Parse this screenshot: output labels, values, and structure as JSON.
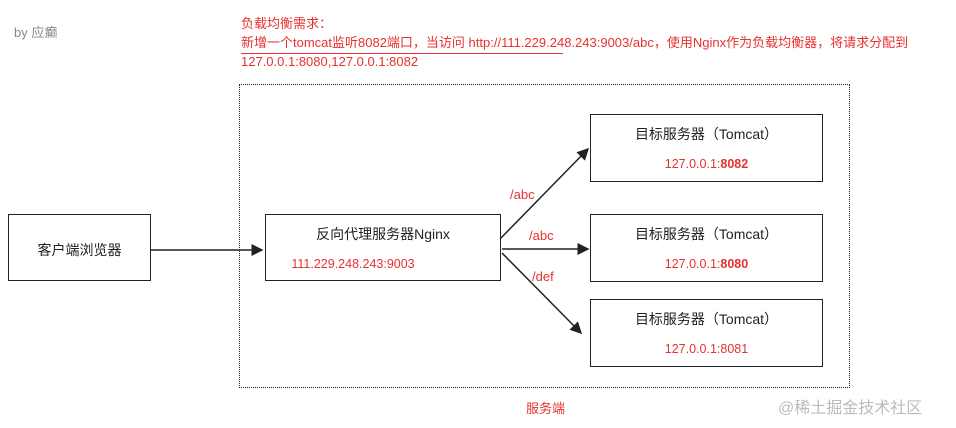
{
  "author": "by 应癫",
  "requirement": {
    "heading": "负载均衡需求：",
    "line1": "新增一个tomcat监听8082端口，当访问 http://111.229.248.243:9003/abc，使用Nginx作为负载均衡器，将请求分配到",
    "line2": "127.0.0.1:8080,127.0.0.1:8082"
  },
  "client": {
    "label": "客户端浏览器"
  },
  "proxy": {
    "label": "反向代理服务器Nginx",
    "address": "111.229.248.243:9003"
  },
  "servers": [
    {
      "label": "目标服务器（Tomcat）",
      "ip": "127.0.0.1:",
      "port": "8082",
      "route": "/abc"
    },
    {
      "label": "目标服务器（Tomcat）",
      "ip": "127.0.0.1:",
      "port": "8080",
      "route": "/abc"
    },
    {
      "label": "目标服务器（Tomcat）",
      "ip": "127.0.0.1:",
      "port": "8081",
      "route": "/def"
    }
  ],
  "server_side_label": "服务端",
  "watermark": "@稀土掘金技术社区",
  "colors": {
    "accent": "#e8312f",
    "line": "#222222"
  }
}
